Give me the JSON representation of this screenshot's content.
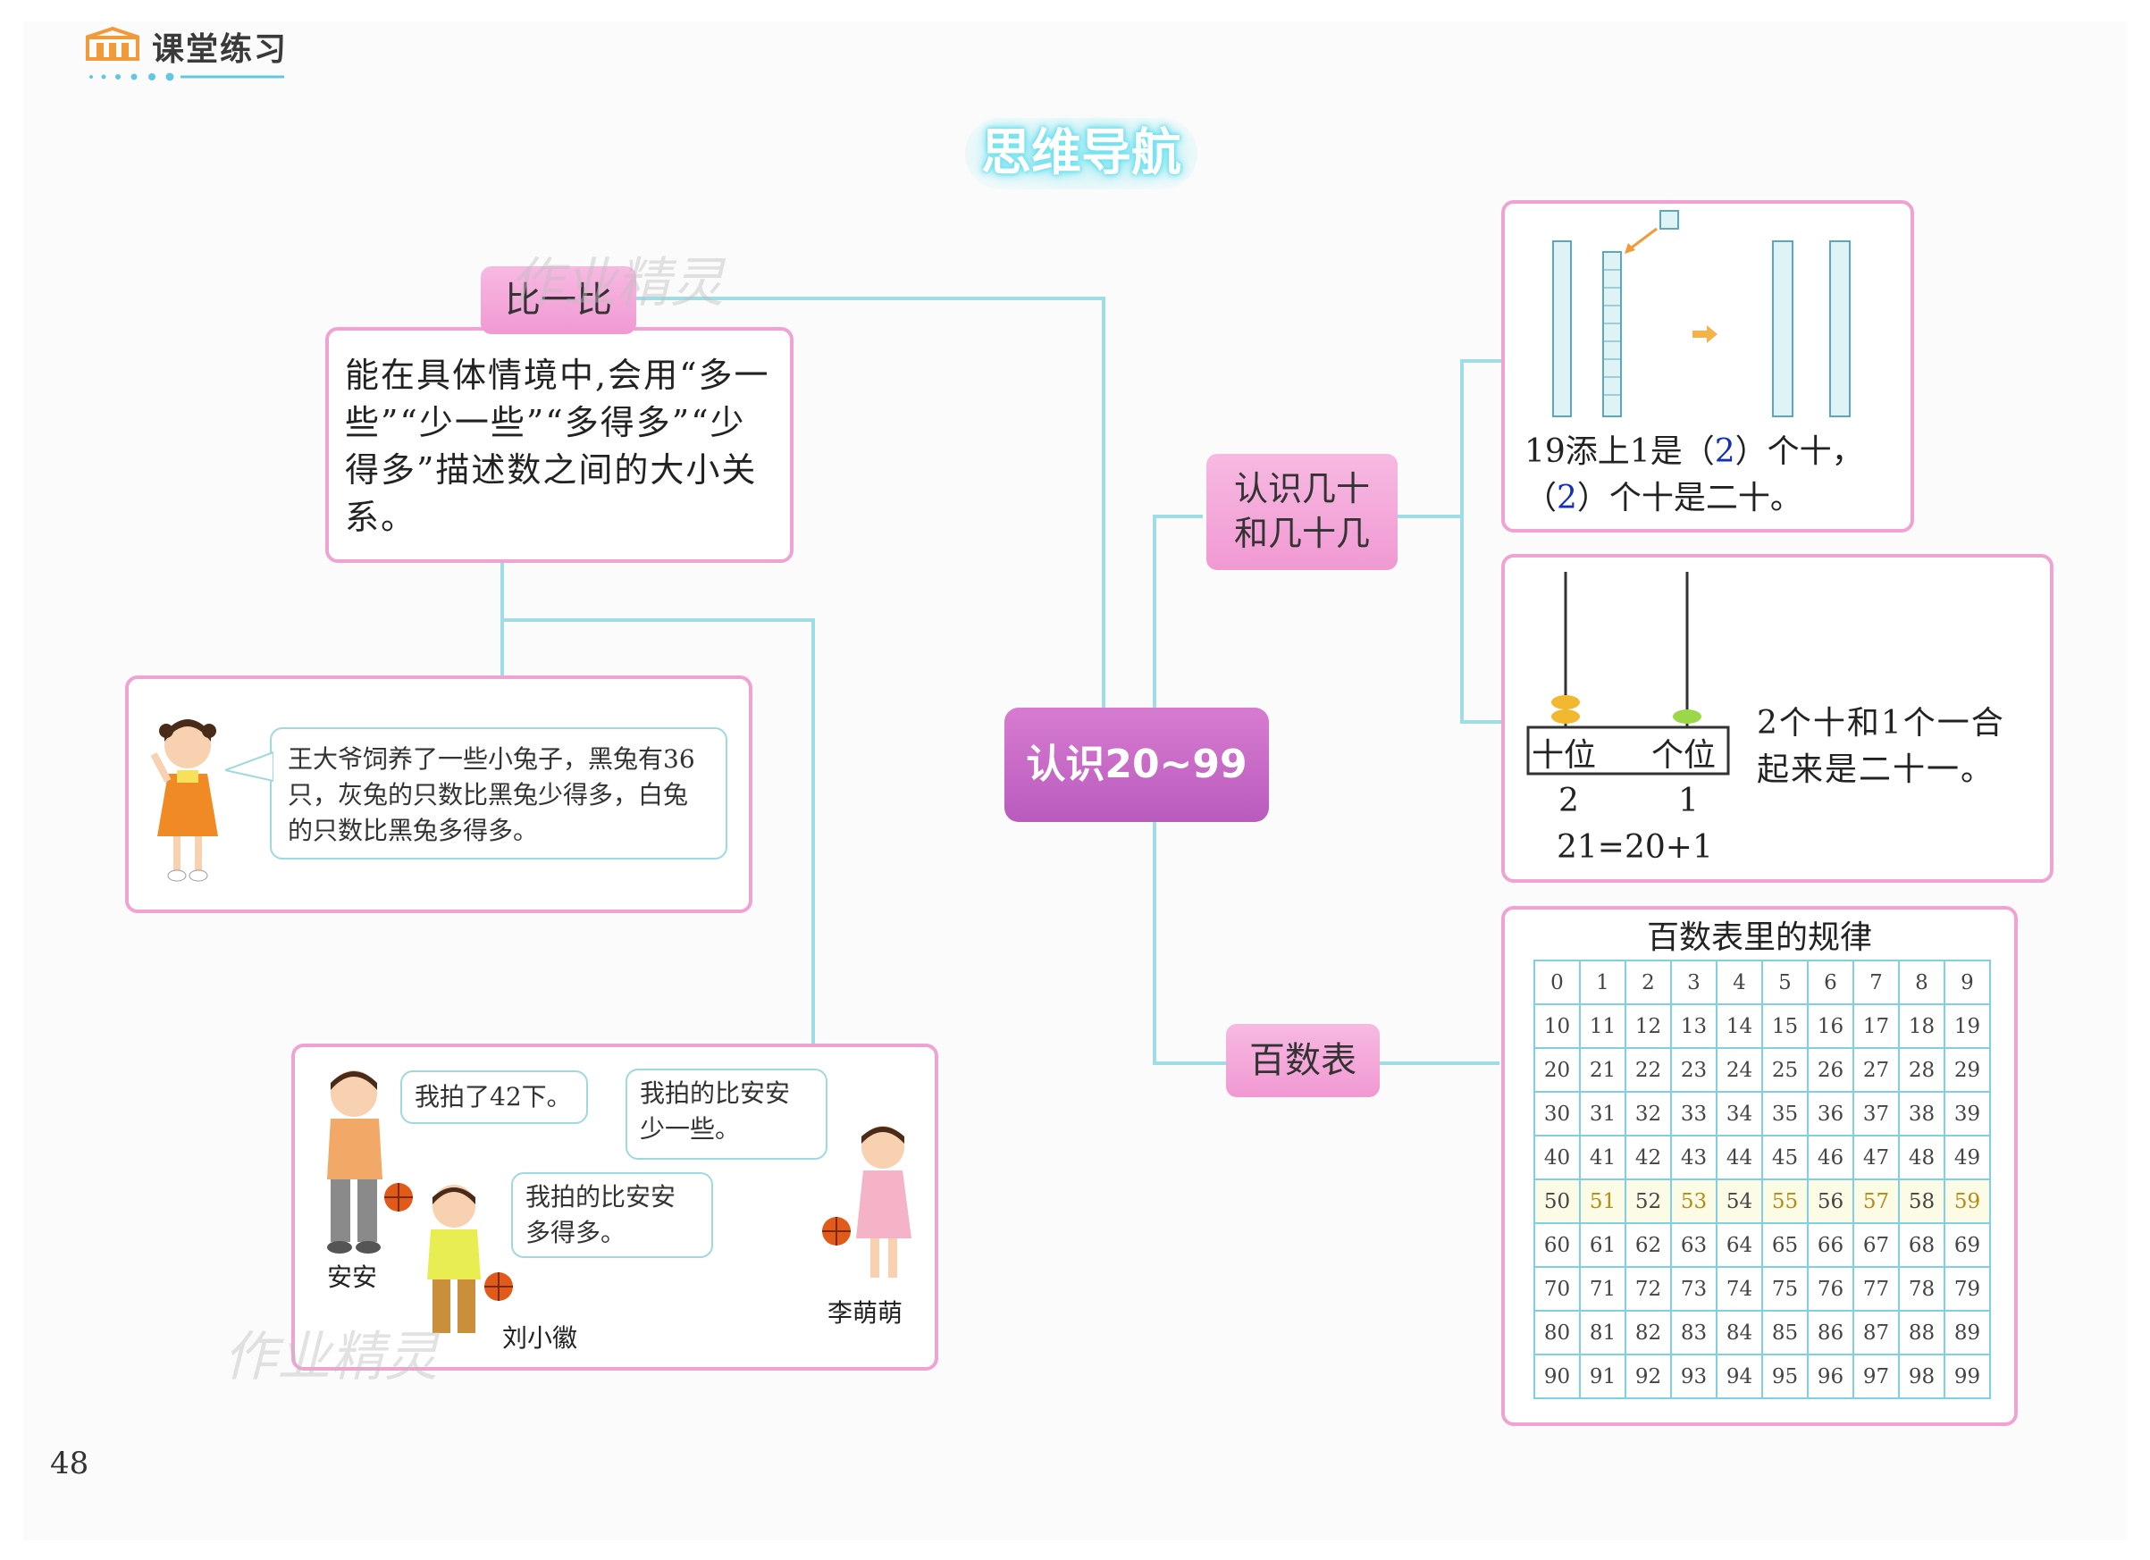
{
  "header": {
    "title": "课堂练习"
  },
  "page_number": "48",
  "nav_title": "思维导航",
  "center_node": "认识20~99",
  "compare": {
    "tag": "比一比",
    "description": "能在具体情境中,会用“多一些”“少一些”“多得多”“少得多”描述数之间的大小关系。",
    "rabbit_bubble": "王大爷饲养了一些小兔子，黑兔有36只，灰兔的只数比黑兔少得多，白兔的只数比黑兔多得多。",
    "ball_scene": {
      "bubble_anan": "我拍了42下。",
      "bubble_limengmeng": "我拍的比安安少一些。",
      "bubble_liuxiaohui": "我拍的比安安多得多。",
      "name_anan": "安安",
      "name_liuxiaohui": "刘小徽",
      "name_limengmeng": "李萌萌"
    }
  },
  "tens": {
    "tag_line1": "认识几十",
    "tag_line2": "和几十几",
    "sticks_line1_pre": "19添上1是（",
    "sticks_line1_ans": "2",
    "sticks_line1_post": "）个十，",
    "sticks_line2_pre": "（",
    "sticks_line2_ans": "2",
    "sticks_line2_post": "）个十是二十。",
    "abacus_label_tens": "十位",
    "abacus_label_ones": "个位",
    "abacus_digit_tens": "2",
    "abacus_digit_ones": "1",
    "abacus_equation": "21=20+1",
    "abacus_text": "2个十和1个一合起来是二十一。"
  },
  "hundred": {
    "tag": "百数表",
    "title": "百数表里的规律",
    "rows": [
      [
        "0",
        "1",
        "2",
        "3",
        "4",
        "5",
        "6",
        "7",
        "8",
        "9"
      ],
      [
        "10",
        "11",
        "12",
        "13",
        "14",
        "15",
        "16",
        "17",
        "18",
        "19"
      ],
      [
        "20",
        "21",
        "22",
        "23",
        "24",
        "25",
        "26",
        "27",
        "28",
        "29"
      ],
      [
        "30",
        "31",
        "32",
        "33",
        "34",
        "35",
        "36",
        "37",
        "38",
        "39"
      ],
      [
        "40",
        "41",
        "42",
        "43",
        "44",
        "45",
        "46",
        "47",
        "48",
        "49"
      ],
      [
        "50",
        "51",
        "52",
        "53",
        "54",
        "55",
        "56",
        "57",
        "58",
        "59"
      ],
      [
        "60",
        "61",
        "62",
        "63",
        "64",
        "65",
        "66",
        "67",
        "68",
        "69"
      ],
      [
        "70",
        "71",
        "72",
        "73",
        "74",
        "75",
        "76",
        "77",
        "78",
        "79"
      ],
      [
        "80",
        "81",
        "82",
        "83",
        "84",
        "85",
        "86",
        "87",
        "88",
        "89"
      ],
      [
        "90",
        "91",
        "92",
        "93",
        "94",
        "95",
        "96",
        "97",
        "98",
        "99"
      ]
    ]
  },
  "watermark": "作业精灵",
  "colors": {
    "pink_border": "#f0a3d3",
    "connector": "#9fdde6",
    "center": "#c366c6",
    "answer_blue": "#1530b8"
  }
}
